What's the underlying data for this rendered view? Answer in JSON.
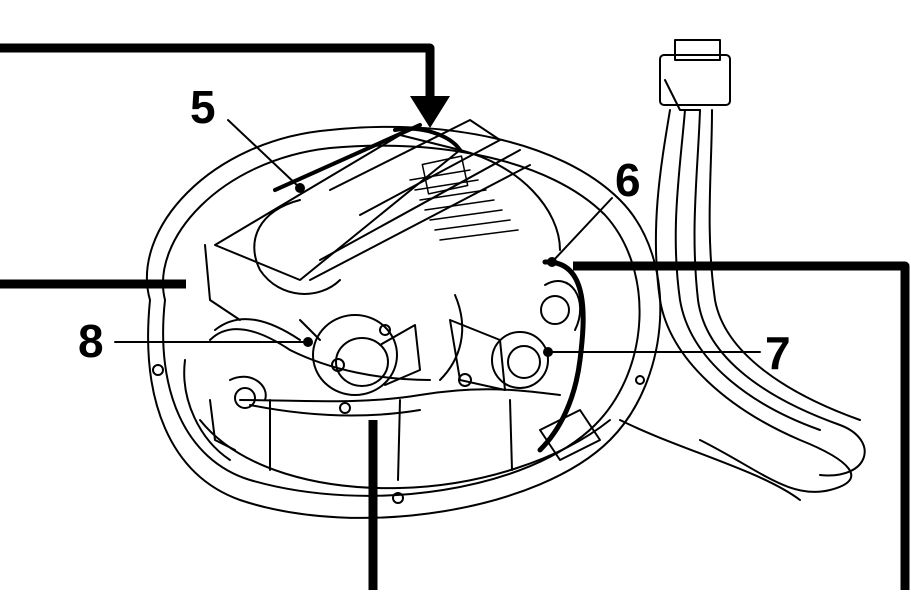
{
  "callouts": {
    "five": "5",
    "six": "6",
    "seven": "7",
    "eight": "8"
  },
  "colors": {
    "ink": "#000000",
    "background": "#ffffff"
  }
}
